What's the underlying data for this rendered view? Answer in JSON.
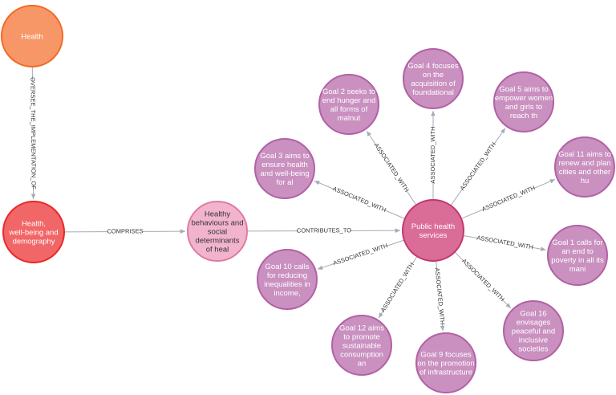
{
  "colors": {
    "health": "#f79767",
    "health_stroke": "#f36924",
    "demography": "#f16667",
    "demography_stroke": "#eb2728",
    "behaviours": "#f2b4cd",
    "behaviours_stroke": "#de7ba3",
    "services": "#da6c98",
    "services_stroke": "#c2386f",
    "goal": "#c990c0",
    "goal_stroke": "#b261a5",
    "edge": "#a5abb6"
  },
  "nodes": [
    {
      "id": "health",
      "kind": "health",
      "lines": [
        "Health"
      ]
    },
    {
      "id": "demography",
      "kind": "demography",
      "lines": [
        "Health,",
        "well-being and",
        "demography"
      ]
    },
    {
      "id": "behaviours",
      "kind": "behaviours",
      "lines": [
        "Healthy",
        "behaviours and",
        "social",
        "determinants",
        "of heal"
      ]
    },
    {
      "id": "services",
      "kind": "services",
      "lines": [
        "Public health",
        "services"
      ]
    },
    {
      "id": "goal4",
      "kind": "goal",
      "lines": [
        "Goal 4 focuses",
        "on the",
        "acquisition of",
        "foundational"
      ]
    },
    {
      "id": "goal2",
      "kind": "goal",
      "lines": [
        "Goal 2 seeks to",
        "end hunger and",
        "all forms of",
        "malnut"
      ]
    },
    {
      "id": "goal5",
      "kind": "goal",
      "lines": [
        "Goal 5 aims to",
        "empower women",
        "and girls to",
        "reach th"
      ]
    },
    {
      "id": "goal3",
      "kind": "goal",
      "lines": [
        "Goal 3 aims to",
        "ensure health",
        "and well-being",
        "for al"
      ]
    },
    {
      "id": "goal11",
      "kind": "goal",
      "lines": [
        "Goal 11 aims to",
        "renew and plan",
        "cities and other",
        "hu"
      ]
    },
    {
      "id": "goal1",
      "kind": "goal",
      "lines": [
        "Goal 1 calls for",
        "an end to",
        "poverty in all its",
        "mani"
      ]
    },
    {
      "id": "goal10",
      "kind": "goal",
      "lines": [
        "Goal 10 calls",
        "for reducing",
        "inequalities in",
        "income,"
      ]
    },
    {
      "id": "goal16",
      "kind": "goal",
      "lines": [
        "Goal 16",
        "envisages",
        "peaceful and",
        "inclusive",
        "societies"
      ]
    },
    {
      "id": "goal12",
      "kind": "goal",
      "lines": [
        "Goal 12 aims",
        "to promote",
        "sustainable",
        "consumption",
        "an"
      ]
    },
    {
      "id": "goal9",
      "kind": "goal",
      "lines": [
        "Goal 9 focuses",
        "on the promotion",
        "of infrastructure"
      ]
    }
  ],
  "edges": [
    {
      "from": "health",
      "to": "demography",
      "label": "OVERSEE_THE_IMPLEMENTATION_OF"
    },
    {
      "from": "demography",
      "to": "behaviours",
      "label": "COMPRISES"
    },
    {
      "from": "behaviours",
      "to": "services",
      "label": "CONTRIBUTES_TO"
    },
    {
      "from": "services",
      "to": "goal4",
      "label": "ASSOCIATED_WITH"
    },
    {
      "from": "services",
      "to": "goal2",
      "label": "ASSOCIATED_WITH"
    },
    {
      "from": "services",
      "to": "goal5",
      "label": "ASSOCIATED_WITH"
    },
    {
      "from": "services",
      "to": "goal3",
      "label": "ASSOCIATED_WITH"
    },
    {
      "from": "services",
      "to": "goal11",
      "label": "ASSOCIATED_WITH"
    },
    {
      "from": "services",
      "to": "goal1",
      "label": "ASSOCIATED_WITH"
    },
    {
      "from": "services",
      "to": "goal10",
      "label": "ASSOCIATED_WITH"
    },
    {
      "from": "services",
      "to": "goal16",
      "label": "ASSOCIATED_WITH"
    },
    {
      "from": "services",
      "to": "goal12",
      "label": "ASSOCIATED_WITH"
    },
    {
      "from": "services",
      "to": "goal9",
      "label": "ASSOCIATED_WITH"
    }
  ]
}
